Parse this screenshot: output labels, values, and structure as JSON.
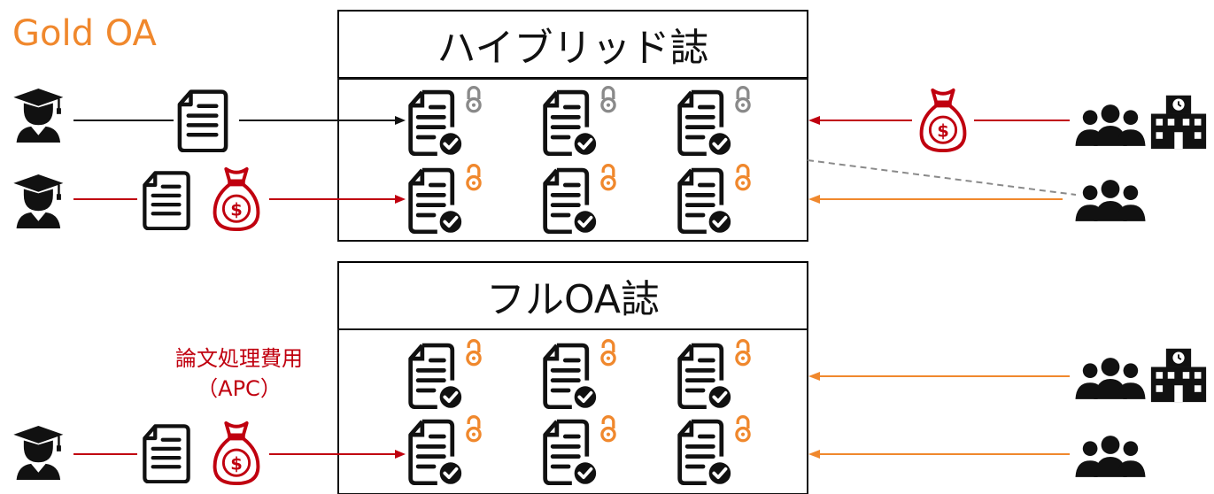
{
  "page_title": "Gold OA",
  "journals": [
    {
      "title": "ハイブリッド誌"
    },
    {
      "title": "フルOA誌"
    }
  ],
  "apc_label": {
    "line1": "論文処理費用",
    "line2": "（APC）"
  },
  "colors": {
    "title": "#f0882d",
    "red": "#c0000f",
    "orange": "#f0882d",
    "gray": "#8a8a8a",
    "black": "#111111"
  },
  "icons": [
    "graduate-icon",
    "document-icon",
    "money-bag-icon",
    "closed-lock-icon",
    "open-access-icon",
    "check-icon",
    "people-group-icon",
    "building-icon"
  ]
}
